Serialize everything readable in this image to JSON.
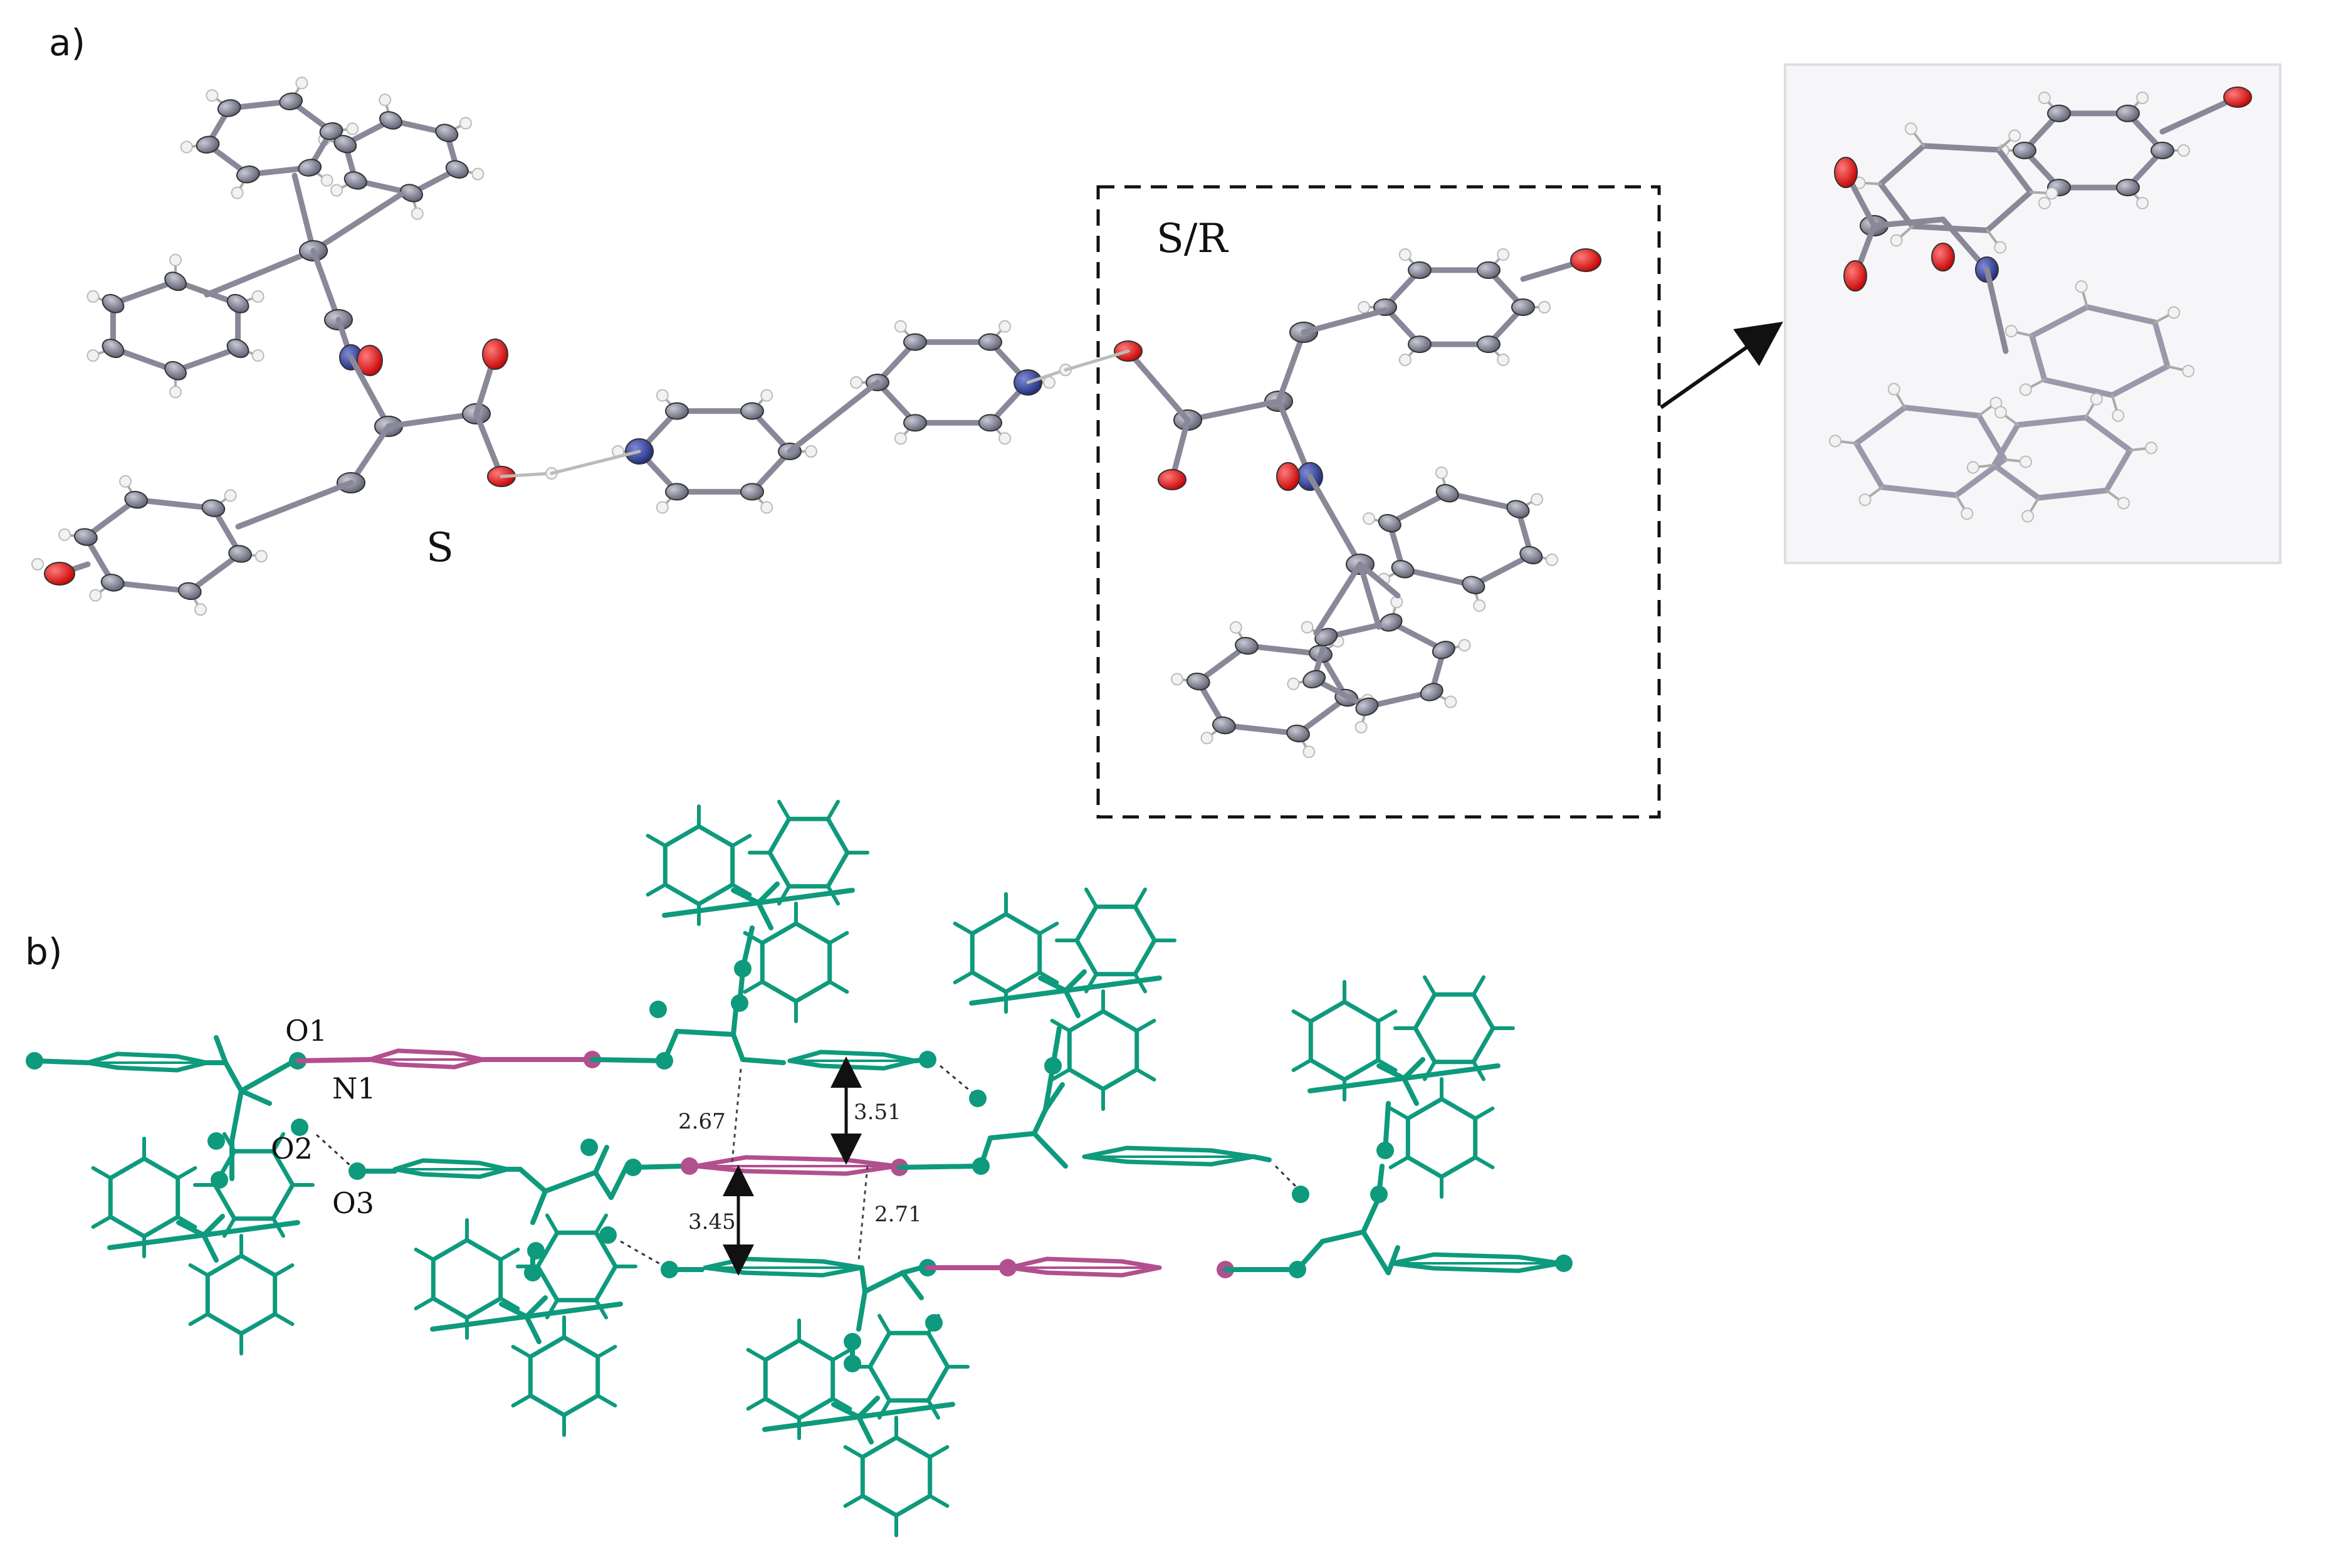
{
  "panel_a": {
    "label": "a)",
    "label_s": "S",
    "label_sr": "S/R"
  },
  "panel_b": {
    "label": "b)",
    "atoms": {
      "o1": "O1",
      "n1": "N1",
      "o2": "O2",
      "o3": "O3"
    },
    "distances": {
      "d1": "2.67",
      "d2": "3.51",
      "d3": "3.45",
      "d4": "2.71"
    }
  },
  "colors": {
    "carbon": "#7d7f8f",
    "oxygen": "#e01010",
    "nitrogen": "#2c3c9a",
    "hydrogen": "#f4f4f4",
    "packing_green": "#0e9a7c",
    "packing_magenta": "#b24f8e"
  }
}
